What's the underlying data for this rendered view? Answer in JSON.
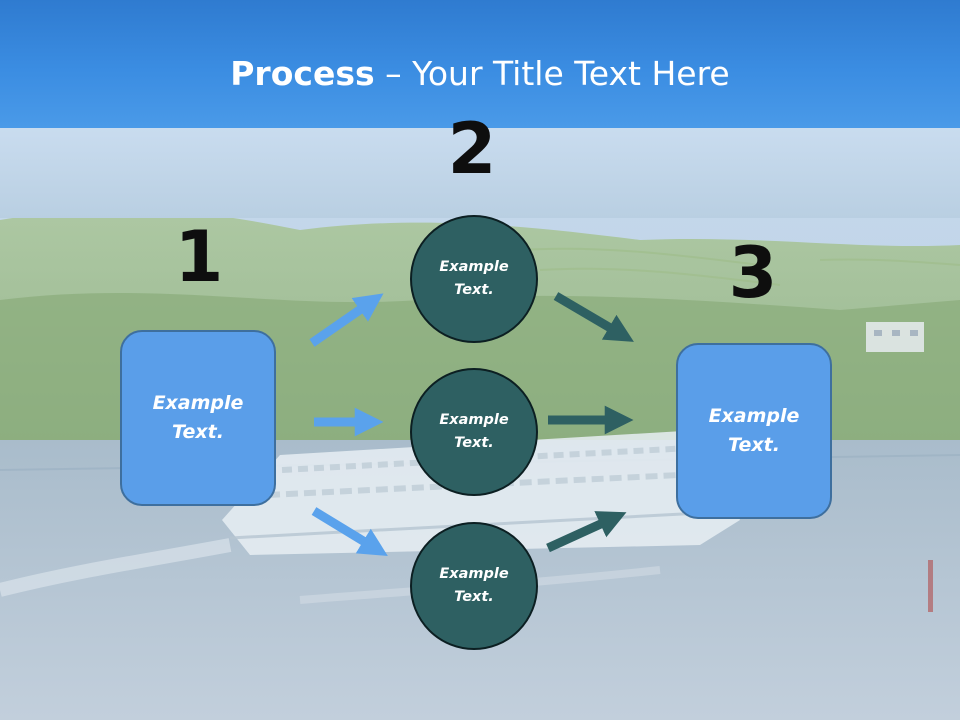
{
  "title": {
    "bold": "Process",
    "rest": " – Your Title Text Here"
  },
  "steps": [
    {
      "number": "1"
    },
    {
      "number": "2"
    },
    {
      "number": "3"
    }
  ],
  "left_box": {
    "text": "Example\nText."
  },
  "circles": [
    {
      "text": "Example\nText."
    },
    {
      "text": "Example\nText."
    },
    {
      "text": "Example\nText."
    }
  ],
  "right_box": {
    "text": "Example\nText."
  },
  "colors": {
    "title_band": "#3b8de2",
    "box_fill": "#5a9ee9",
    "circle_fill": "#2e6062",
    "arrow_blue": "#5aa2ec",
    "arrow_teal": "#2e6062"
  }
}
